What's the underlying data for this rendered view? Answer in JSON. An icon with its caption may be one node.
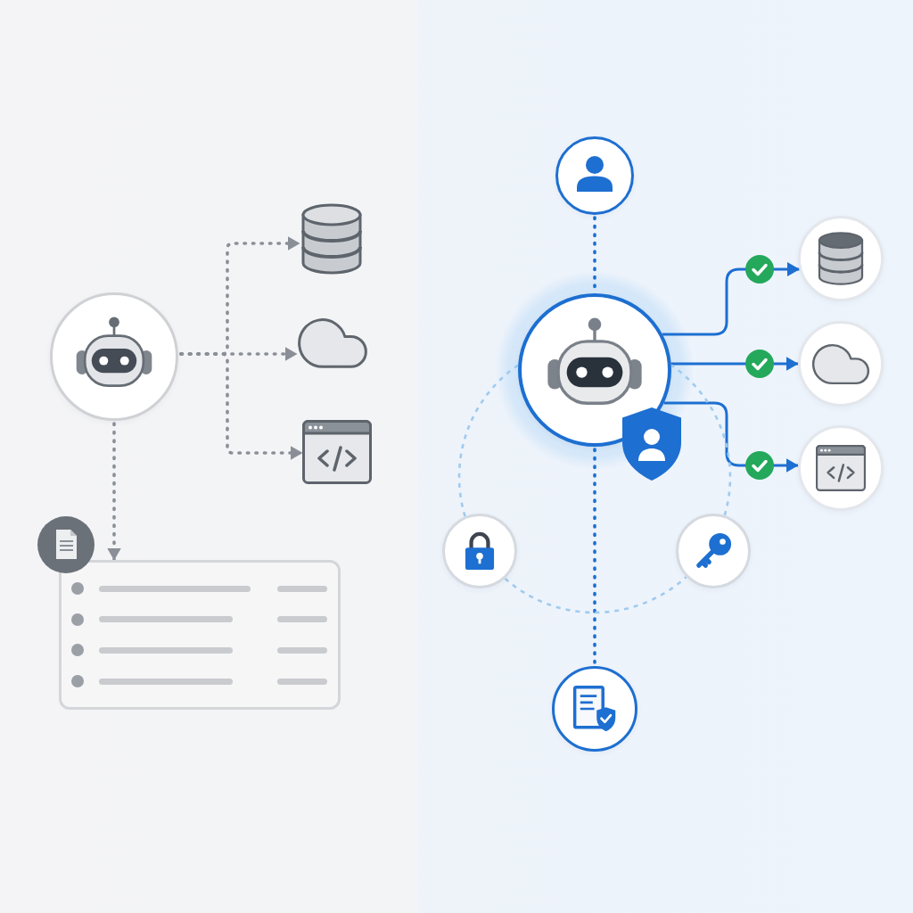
{
  "diagram": {
    "nodes": [
      {
        "text": [],
        "shape": "circle"
      },
      {
        "text": [],
        "shape": "cylinder"
      },
      {
        "text": [],
        "shape": "cloud"
      },
      {
        "text": [],
        "shape": "picture"
      },
      {
        "text": [],
        "shape": "box"
      },
      {
        "text": [],
        "shape": "circle"
      },
      {
        "text": [],
        "shape": "circle"
      },
      {
        "text": [],
        "shape": "circle"
      },
      {
        "text": [],
        "shape": "circle"
      },
      {
        "text": [],
        "shape": "circle"
      },
      {
        "text": [],
        "shape": "circle"
      },
      {
        "text": [],
        "shape": "circle"
      },
      {
        "text": [],
        "shape": "circle"
      }
    ],
    "edges": [
      {
        "from": 0,
        "to": 1,
        "arrow": "to",
        "style": "dashed",
        "color": "#8a8f97"
      },
      {
        "from": 0,
        "to": 2,
        "arrow": "to",
        "style": "dashed",
        "color": "#8a8f97"
      },
      {
        "from": 0,
        "to": 3,
        "arrow": "to",
        "style": "dashed",
        "color": "#8a8f97"
      },
      {
        "from": 0,
        "to": 4,
        "arrow": "to",
        "style": "dashed",
        "color": "#8a8f97"
      },
      {
        "from": 5,
        "to": 6,
        "arrow": "none",
        "style": "dashed"
      },
      {
        "from": 6,
        "to": 7,
        "arrow": "to"
      },
      {
        "from": 6,
        "to": 8,
        "arrow": "to"
      },
      {
        "from": 6,
        "to": 9,
        "arrow": "to"
      },
      {
        "from": 6,
        "to": 12,
        "arrow": "none",
        "style": "dashed"
      },
      {
        "from": 6,
        "to": 10,
        "arrow": "none",
        "style": "dashed",
        "color": "#9fcbf0"
      },
      {
        "from": 10,
        "to": 11,
        "arrow": "none",
        "style": "dashed",
        "color": "#9fcbf0"
      },
      {
        "from": 11,
        "to": 6,
        "arrow": "none",
        "style": "dashed",
        "color": "#9fcbf0"
      }
    ]
  }
}
